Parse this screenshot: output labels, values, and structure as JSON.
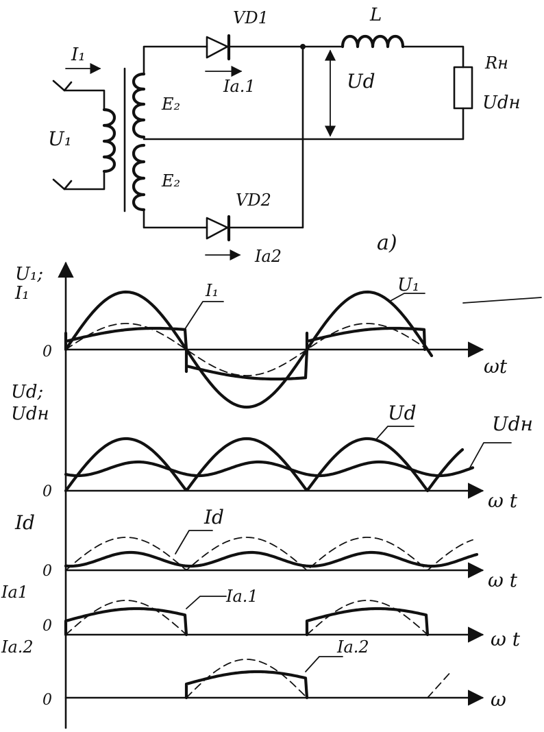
{
  "circuit": {
    "label_current_primary": "I₁",
    "label_voltage_primary": "U₁",
    "label_winding_top": "E₂",
    "label_winding_bottom": "E₂",
    "label_diode_1": "VD1",
    "label_diode_2": "VD2",
    "label_current_anode_1": "Iа.1",
    "label_current_anode_2": "Iа2",
    "label_inductor": "L",
    "label_load_resistance": "Rн",
    "label_load_voltage": "Udн",
    "label_rectified_voltage": "Ud",
    "caption": "а)"
  },
  "plots": [
    {
      "id": "primary",
      "ylabel": "U₁;\nI₁",
      "xlabel": "ωt",
      "zero_label": "0",
      "curve_labels": [
        "I₁",
        "U₁"
      ]
    },
    {
      "id": "rectified-voltage",
      "ylabel": "Ud;\nUdн",
      "xlabel": "ω t",
      "zero_label": "0",
      "curve_labels": [
        "Ud",
        "Udн"
      ]
    },
    {
      "id": "load-current",
      "ylabel": "Id",
      "xlabel": "ω t",
      "zero_label": "0",
      "curve_labels": [
        "Id"
      ]
    },
    {
      "id": "anode-current-1",
      "ylabel": "Iа1",
      "xlabel": "ω t",
      "zero_label": "0",
      "curve_labels": [
        "Iа.1"
      ]
    },
    {
      "id": "anode-current-2",
      "ylabel": "Iа.2",
      "xlabel": "ω",
      "zero_label": "0",
      "curve_labels": [
        "Iа.2"
      ]
    }
  ]
}
